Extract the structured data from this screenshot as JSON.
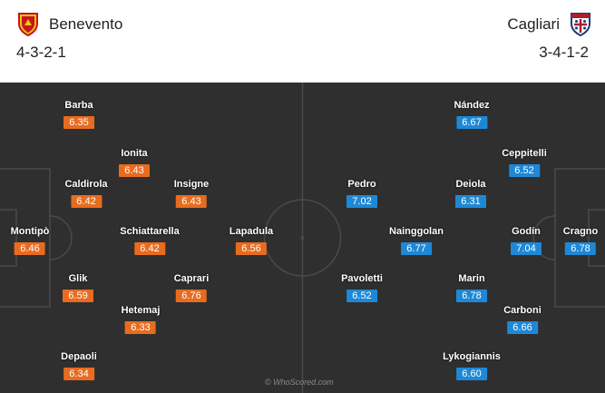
{
  "home": {
    "name": "Benevento",
    "formation": "4-3-2-1",
    "color": "#e86c1f",
    "crest_icon": "benevento-crest-icon",
    "players": [
      {
        "name": "Barba",
        "rating": "6.35"
      },
      {
        "name": "Ionita",
        "rating": "6.43"
      },
      {
        "name": "Caldirola",
        "rating": "6.42"
      },
      {
        "name": "Insigne",
        "rating": "6.43"
      },
      {
        "name": "Montipò",
        "rating": "6.46"
      },
      {
        "name": "Schiattarella",
        "rating": "6.42"
      },
      {
        "name": "Lapadula",
        "rating": "6.56"
      },
      {
        "name": "Glik",
        "rating": "6.59"
      },
      {
        "name": "Caprari",
        "rating": "6.76"
      },
      {
        "name": "Hetemaj",
        "rating": "6.33"
      },
      {
        "name": "Depaoli",
        "rating": "6.34"
      }
    ]
  },
  "away": {
    "name": "Cagliari",
    "formation": "3-4-1-2",
    "color": "#1e88d6",
    "crest_icon": "cagliari-crest-icon",
    "players": [
      {
        "name": "Nández",
        "rating": "6.67"
      },
      {
        "name": "Ceppitelli",
        "rating": "6.52"
      },
      {
        "name": "Pedro",
        "rating": "7.02"
      },
      {
        "name": "Deiola",
        "rating": "6.31"
      },
      {
        "name": "Nainggolan",
        "rating": "6.77"
      },
      {
        "name": "Godín",
        "rating": "7.04"
      },
      {
        "name": "Cragno",
        "rating": "6.78"
      },
      {
        "name": "Pavoletti",
        "rating": "6.52"
      },
      {
        "name": "Marin",
        "rating": "6.78"
      },
      {
        "name": "Carboni",
        "rating": "6.66"
      },
      {
        "name": "Lykogiannis",
        "rating": "6.60"
      }
    ]
  },
  "watermark": "© WhoScored.com"
}
